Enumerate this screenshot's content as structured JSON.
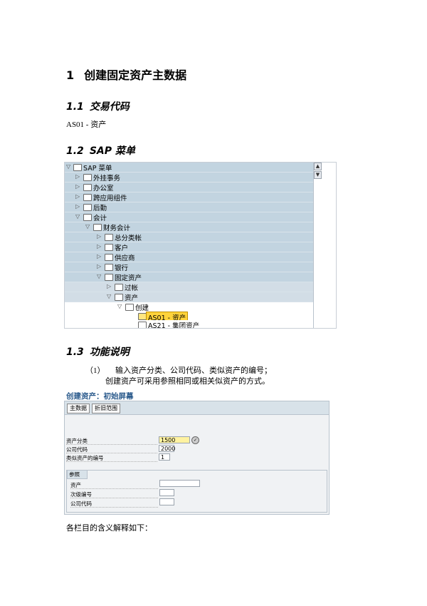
{
  "section1": {
    "num": "1",
    "title": "创建固定资产主数据"
  },
  "section1_1": {
    "num": "1.1",
    "title": "交易代码"
  },
  "transaction_code": "AS01 - 资产",
  "section1_2": {
    "num": "1.2",
    "title": "SAP 菜单"
  },
  "menu_tree": {
    "root": "SAP 菜单",
    "items": [
      {
        "label": "外挂事务"
      },
      {
        "label": "办公室"
      },
      {
        "label": "跨应用组件"
      },
      {
        "label": "后勤"
      },
      {
        "label": "会计"
      },
      {
        "label": "财务会计"
      },
      {
        "label": "总分类帐"
      },
      {
        "label": "客户"
      },
      {
        "label": "供应商"
      },
      {
        "label": "银行"
      },
      {
        "label": "固定资产"
      },
      {
        "label": "过帐"
      },
      {
        "label": "资产"
      },
      {
        "label": "创建"
      },
      {
        "label": "AS01 - 资产"
      },
      {
        "label": "AS21 - 集团资产"
      }
    ]
  },
  "section1_3": {
    "num": "1.3",
    "title": "功能说明"
  },
  "function_desc": {
    "index": "（1）",
    "line1": "输入资产分类、公司代码、类似资产的编号；",
    "line2": "创建资产可采用参照相同或相关似资产的方式。"
  },
  "screen": {
    "title": "创建资产：初始屏幕",
    "buttons": [
      "主数据",
      "折旧范围"
    ],
    "fields": [
      {
        "label": "资产分类",
        "value": "1500"
      },
      {
        "label": "公司代码",
        "value": "2000"
      },
      {
        "label": "类似资产的编号",
        "value": "1"
      }
    ],
    "reference": {
      "tab": "参照",
      "fields": [
        {
          "label": "资产",
          "value": ""
        },
        {
          "label": "次级编号",
          "value": ""
        },
        {
          "label": "公司代码",
          "value": ""
        }
      ]
    }
  },
  "footer_text": "各栏目的含义解释如下："
}
